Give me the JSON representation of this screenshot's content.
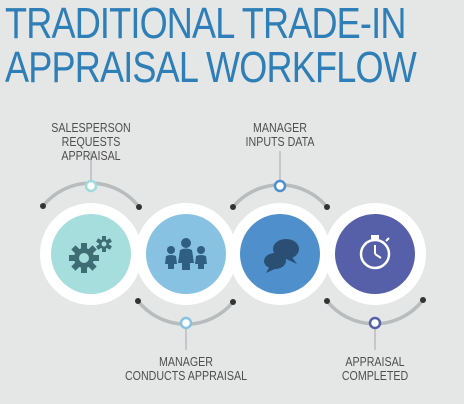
{
  "title": {
    "line1": "TRADITIONAL TRADE-IN",
    "line2": "APPRAISAL WORKFLOW"
  },
  "steps": [
    {
      "label_line1": "SALESPERSON",
      "label_line2": "REQUESTS APPRAISAL",
      "icon": "gears-icon",
      "color": "#a6dede"
    },
    {
      "label_line1": "MANAGER",
      "label_line2": "CONDUCTS APPRAISAL",
      "icon": "people-icon",
      "color": "#88c2e2"
    },
    {
      "label_line1": "MANAGER",
      "label_line2": "INPUTS DATA",
      "icon": "speech-bubbles-icon",
      "color": "#4e8fcc"
    },
    {
      "label_line1": "APPRAISAL",
      "label_line2": "COMPLETED",
      "icon": "stopwatch-icon",
      "color": "#5660a8"
    }
  ],
  "colors": {
    "title": "#2e7eb7",
    "background": "#e5e6e6",
    "connector": "#b9bcbd"
  }
}
